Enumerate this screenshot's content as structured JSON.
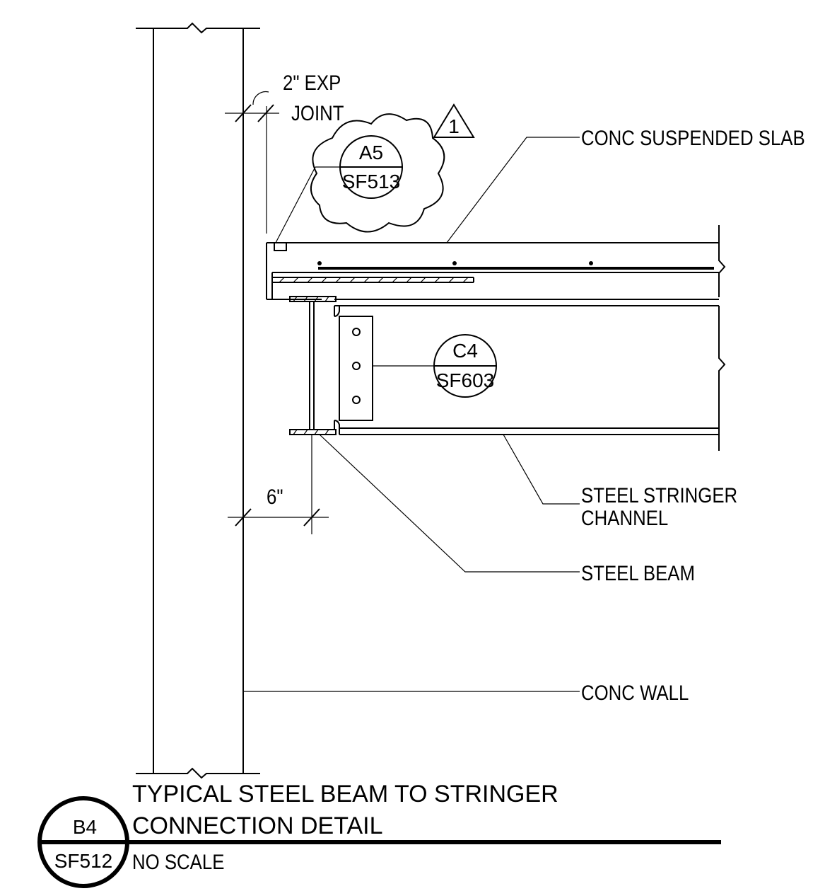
{
  "title": {
    "line1": "TYPICAL STEEL BEAM TO STRINGER",
    "line2": "CONNECTION DETAIL",
    "scale": "NO SCALE"
  },
  "detail_bubble": {
    "top": "B4",
    "bottom": "SF512"
  },
  "callouts": {
    "slab": "CONC SUSPENDED SLAB",
    "stringer_line1": "STEEL STRINGER",
    "stringer_line2": "CHANNEL",
    "beam": "STEEL BEAM",
    "wall": "CONC WALL"
  },
  "dimensions": {
    "exp_joint_line1": "2\" EXP",
    "exp_joint_line2": "JOINT",
    "beam_offset": "6\""
  },
  "reference_bubbles": [
    {
      "top": "A5",
      "bottom": "SF513"
    },
    {
      "top": "C4",
      "bottom": "SF603"
    }
  ],
  "revision": "1"
}
